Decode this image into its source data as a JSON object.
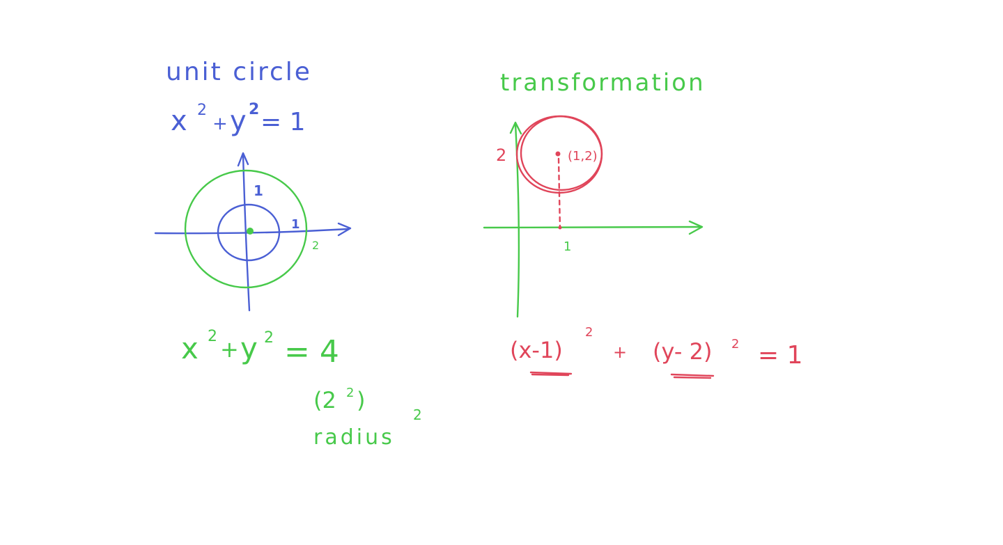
{
  "colors": {
    "blue": "#4a5fd4",
    "green": "#47c94a",
    "red": "#e0455a",
    "background": "#ffffff"
  },
  "left": {
    "title": "unit circle",
    "equation": {
      "x": "x",
      "x_exp": "2",
      "plus": "+",
      "y": "y",
      "y_exp": "2",
      "rhs": "= 1"
    },
    "inner_radius_label_top": "1",
    "inner_radius_label_right": "1",
    "outer_radius_label": "2",
    "equation2": {
      "x": "x",
      "x_exp": "2",
      "plus": "+",
      "y": "y",
      "y_exp": "2",
      "rhs": "= 4"
    },
    "note_open": "(2",
    "note_exp": "2",
    "note_close": ")",
    "note_word": "radius",
    "note_word_exp": "2"
  },
  "right": {
    "title": "transformation",
    "y_tick_label": "2",
    "x_tick_label": "1",
    "center_label": "(1,2)",
    "equation": {
      "term1": "(x-1)",
      "term1_exp": "2",
      "plus": "+",
      "term2": "(y- 2)",
      "term2_exp": "2",
      "rhs": "= 1"
    }
  }
}
